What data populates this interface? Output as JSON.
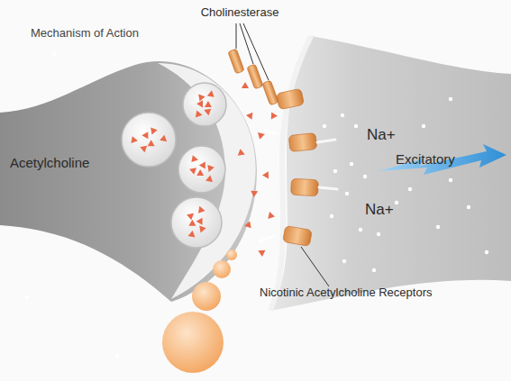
{
  "diagram": {
    "title": "Mechanism of Action",
    "nodes": [
      {
        "text": [
          "Acetylcholine"
        ]
      },
      {
        "text": [
          "Na+",
          "Excitatory",
          "Na+"
        ]
      }
    ],
    "labels": [
      "Cholinesterase",
      "Nicotinic Acetylcholine Receptors"
    ]
  }
}
